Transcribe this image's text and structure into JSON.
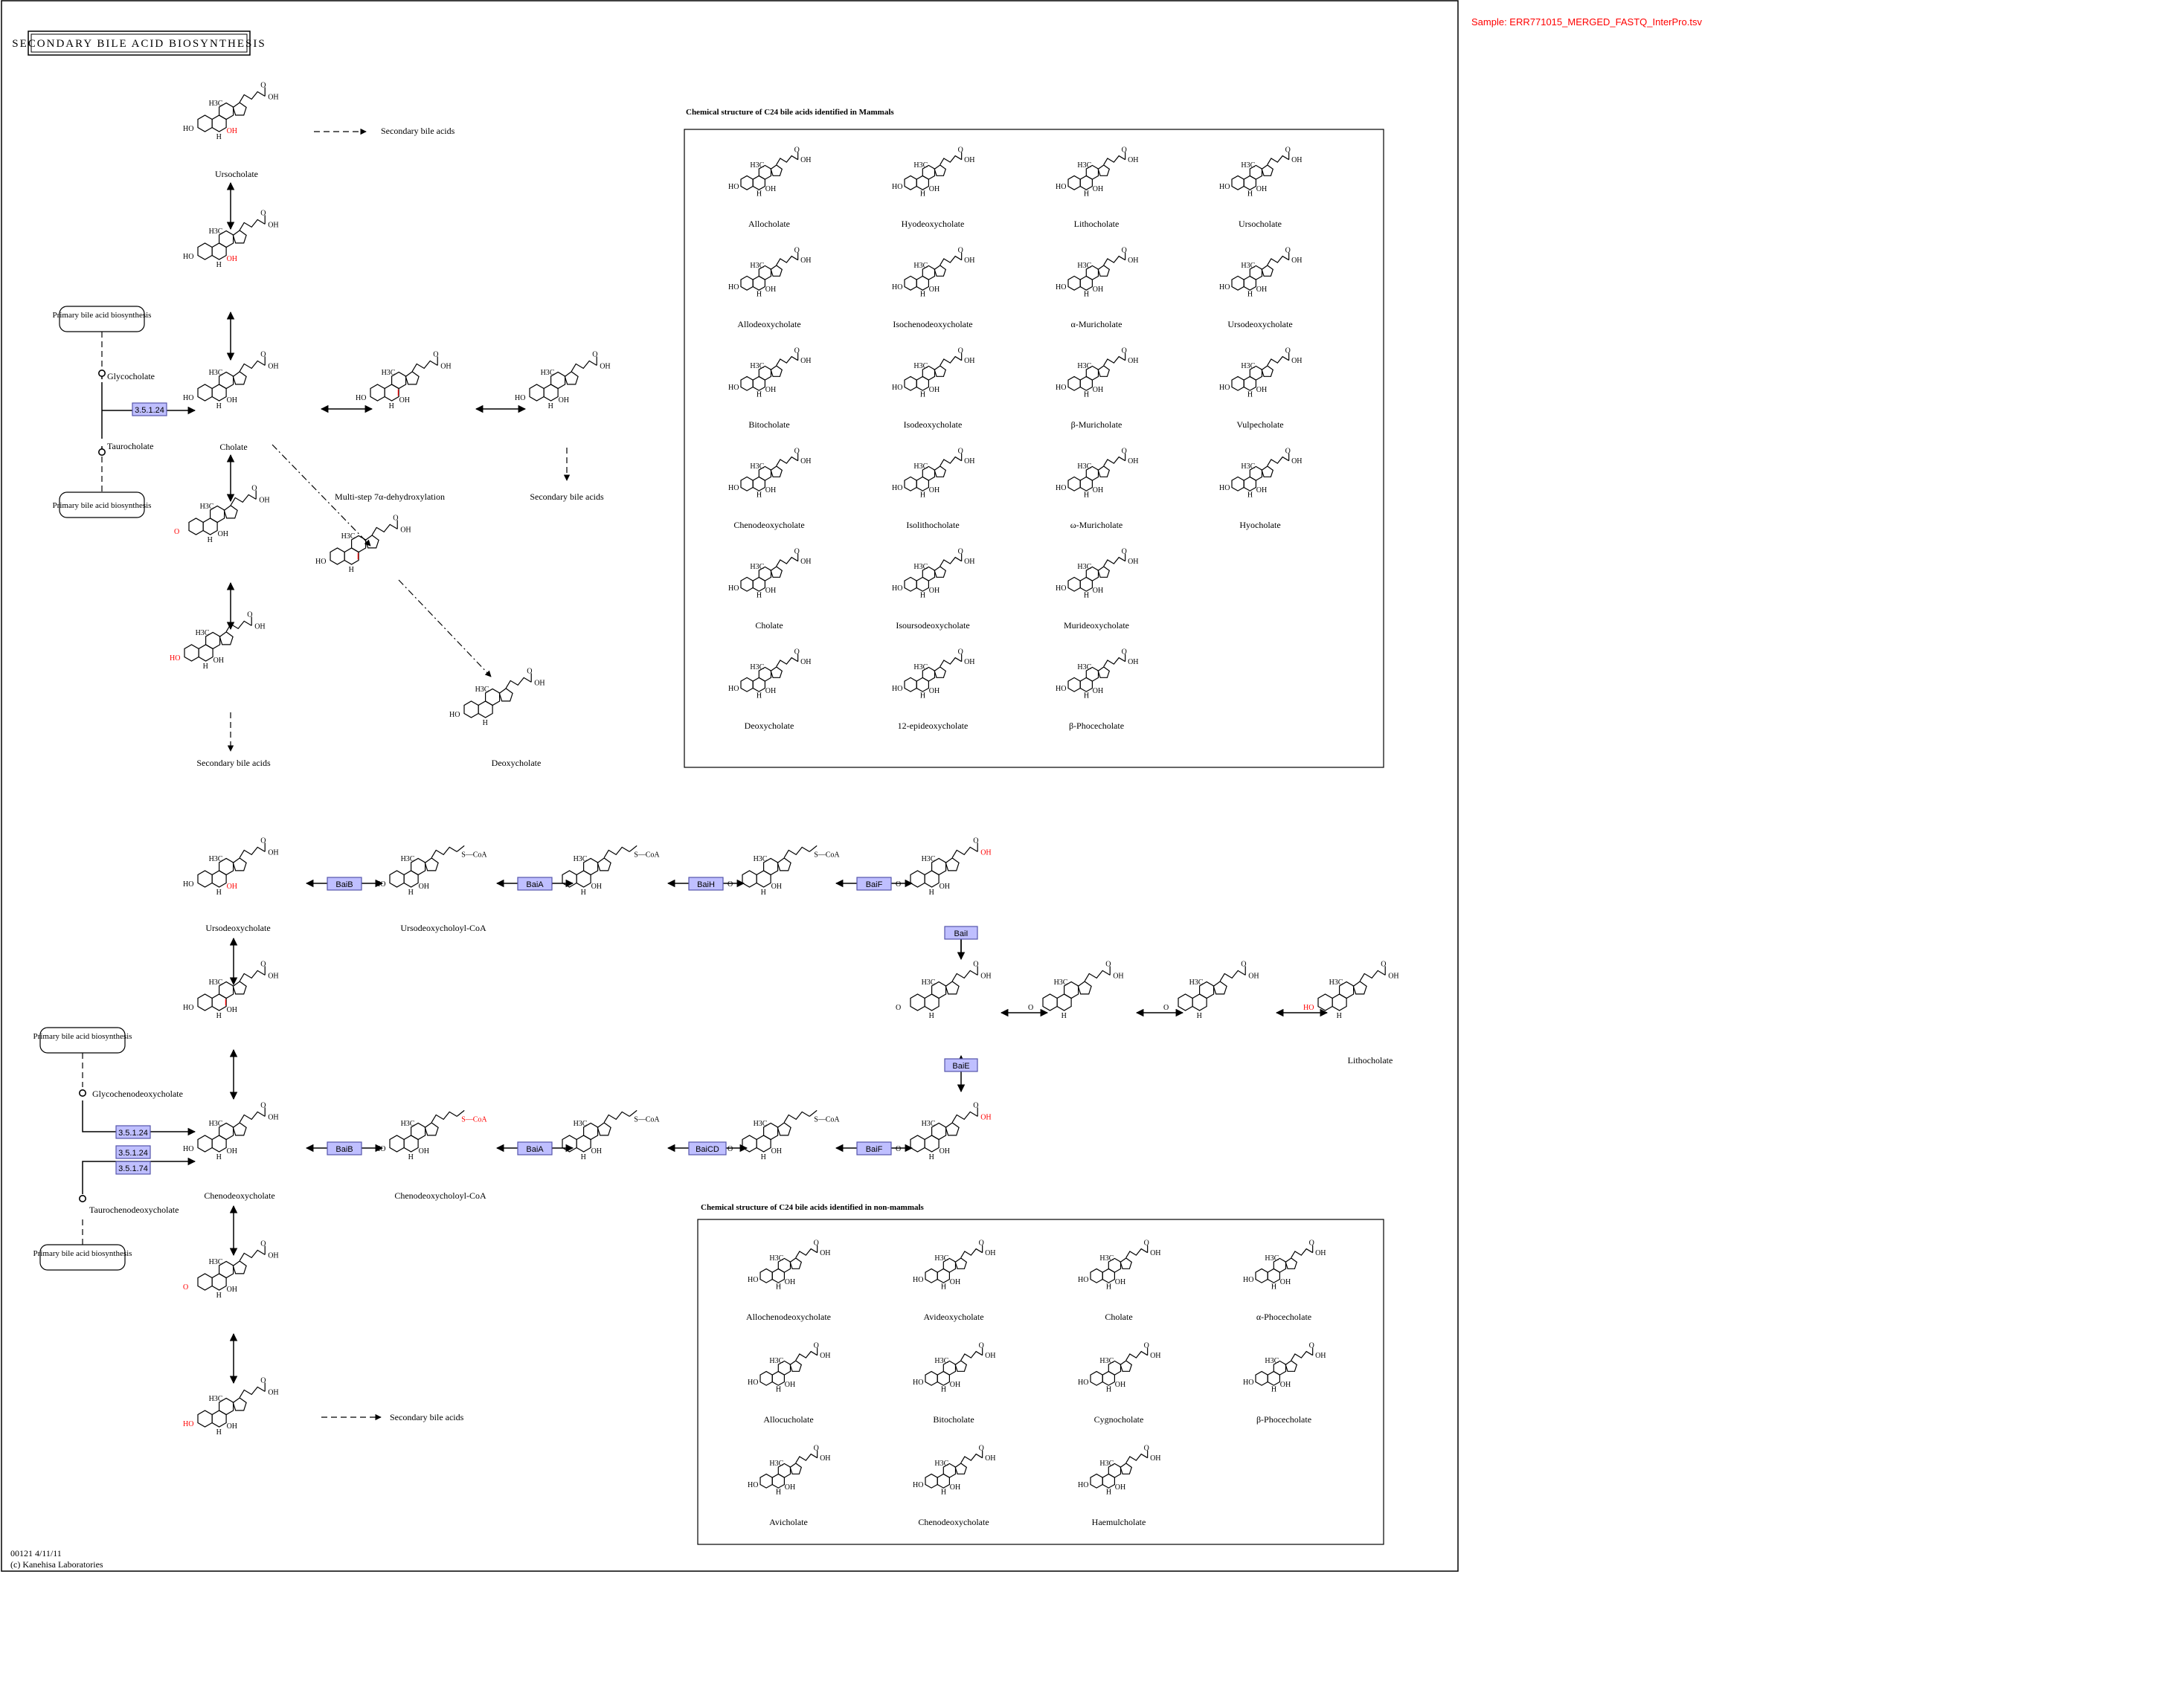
{
  "map_title": "SECONDARY BILE ACID BIOSYNTHESIS",
  "sample_label": "Sample: ERR771015_MERGED_FASTQ_InterPro.tsv",
  "footer": {
    "map_id": "00121 4/11/11",
    "copyright": "(c) Kanehisa Laboratories"
  },
  "colors": {
    "enzyme_fill": "#bfbfff",
    "enzyme_stroke": "#5555aa",
    "highlight": "#ff0000",
    "frame": "#000000"
  },
  "labels": {
    "secondary_bile_acids": "Secondary bile acids",
    "ursocholate": "Ursocholate",
    "cholate": "Cholate",
    "glycocholate": "Glycocholate",
    "taurocholate": "Taurocholate",
    "primary_bile_acid_biosynthesis": "Primary bile acid biosynthesis",
    "multistep": "Multi-step 7α-dehydroxylation",
    "deoxycholate": "Deoxycholate",
    "ursodeoxycholate": "Ursodeoxycholate",
    "ursodeoxycholoyl_coa": "Ursodeoxycholoyl-CoA",
    "glycochenodeoxycholate": "Glycochenodeoxycholate",
    "taurochenodeoxycholate": "Taurochenodeoxycholate",
    "chenodeoxycholate": "Chenodeoxycholate",
    "chenodeoxycholoyl_coa": "Chenodeoxycholoyl-CoA",
    "lithocholate": "Lithocholate"
  },
  "atoms": {
    "ho": "HO",
    "oh": "OH",
    "h3c": "H3C",
    "h": "H",
    "o": "O",
    "sc": "S—CoA"
  },
  "enzymes": {
    "e351_24": "3.5.1.24",
    "e351_74": "3.5.1.74",
    "baib": "BaiB",
    "baia": "BaiA",
    "baih": "BaiH",
    "baif": "BaiF",
    "baii": "BaiI",
    "baie": "BaiE",
    "baicd": "BaiCD"
  },
  "mammal_box": {
    "header": "Chemical structure of C24 bile acids identified in Mammals",
    "compounds": [
      "Allocholate",
      "Hyodeoxycholate",
      "Lithocholate",
      "Ursocholate",
      "Allodeoxycholate",
      "Isochenodeoxycholate",
      "α-Muricholate",
      "Ursodeoxycholate",
      "Bitocholate",
      "Isodeoxycholate",
      "β-Muricholate",
      "Vulpecholate",
      "Chenodeoxycholate",
      "Isolithocholate",
      "ω-Muricholate",
      "Hyocholate",
      "Cholate",
      "Isoursodeoxycholate",
      "Murideoxycholate",
      "Deoxycholate",
      "12-epideoxycholate",
      "β-Phocecholate"
    ]
  },
  "nonmammal_box": {
    "header": "Chemical structure of C24 bile acids identified in non-mammals",
    "compounds": [
      "Allochenodeoxycholate",
      "Avideoxycholate",
      "Cholate",
      "α-Phocecholate",
      "Allocucholate",
      "Bitocholate",
      "Cygnocholate",
      "β-Phocecholate",
      "Avicholate",
      "Chenodeoxycholate",
      "Haemulcholate"
    ]
  }
}
